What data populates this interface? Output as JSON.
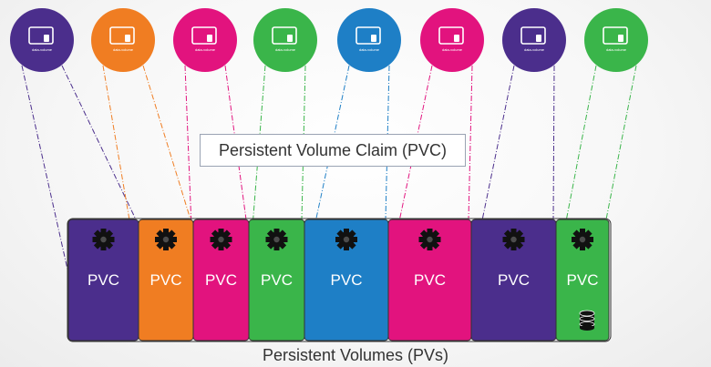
{
  "claim_label": "Persistent Volume Claim (PVC)",
  "pv_label": "Persistent Volumes (PVs)",
  "pods": [
    {
      "label": "data-volume",
      "color": "#4b2e8c"
    },
    {
      "label": "data-volume",
      "color": "#f07d22"
    },
    {
      "label": "data-volume",
      "color": "#e2137e"
    },
    {
      "label": "data-volume",
      "color": "#3ab54a"
    },
    {
      "label": "data-volume",
      "color": "#1e7fc6"
    },
    {
      "label": "data-volume",
      "color": "#e2137e"
    },
    {
      "label": "data-volume",
      "color": "#4b2e8c"
    },
    {
      "label": "data-volume",
      "color": "#3ab54a"
    }
  ],
  "claims": [
    {
      "label": "PVC",
      "color": "#4b2e8c"
    },
    {
      "label": "PVC",
      "color": "#f07d22"
    },
    {
      "label": "PVC",
      "color": "#e2137e"
    },
    {
      "label": "PVC",
      "color": "#3ab54a"
    },
    {
      "label": "PVC",
      "color": "#1e7fc6"
    },
    {
      "label": "PVC",
      "color": "#e2137e"
    },
    {
      "label": "PVC",
      "color": "#4b2e8c"
    },
    {
      "label": "PVC",
      "color": "#3ab54a"
    }
  ]
}
